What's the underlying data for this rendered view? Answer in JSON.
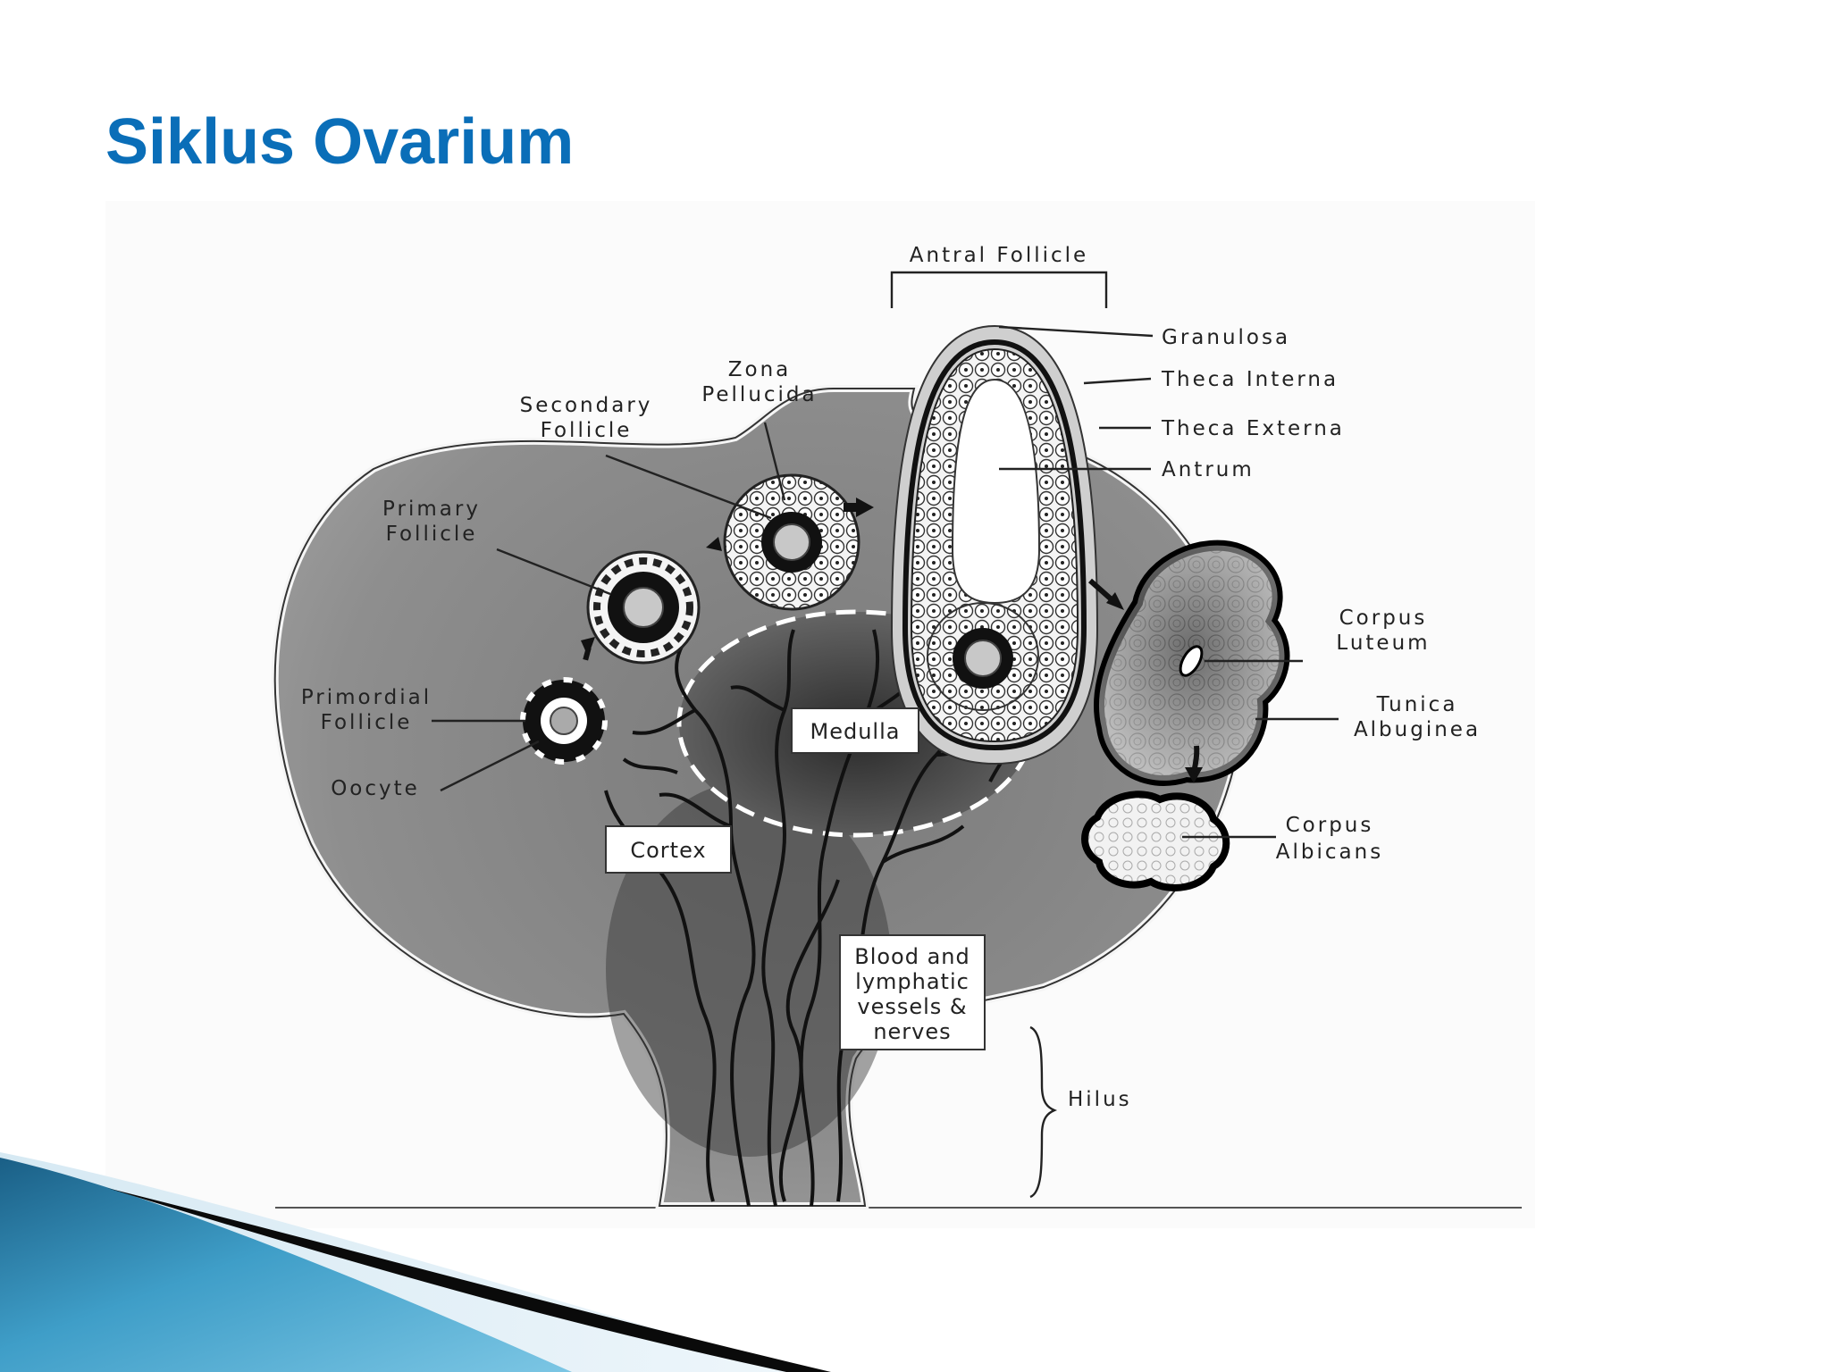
{
  "slide": {
    "title": "Siklus Ovarium"
  },
  "diagram": {
    "labels": {
      "antral_follicle": "Antral Follicle",
      "granulosa": "Granulosa",
      "theca_interna": "Theca Interna",
      "theca_externa": "Theca Externa",
      "antrum": "Antrum",
      "zona_pellucida_1": "Zona",
      "zona_pellucida_2": "Pellucida",
      "secondary_follicle_1": "Secondary",
      "secondary_follicle_2": "Follicle",
      "primary_follicle_1": "Primary",
      "primary_follicle_2": "Follicle",
      "primordial_follicle_1": "Primordial",
      "primordial_follicle_2": "Follicle",
      "oocyte": "Oocyte",
      "medulla": "Medulla",
      "cortex": "Cortex",
      "corpus_luteum_1": "Corpus",
      "corpus_luteum_2": "Luteum",
      "tunica_albuginea_1": "Tunica",
      "tunica_albuginea_2": "Albuginea",
      "corpus_albicans_1": "Corpus",
      "corpus_albicans_2": "Albicans",
      "vessels_1": "Blood and",
      "vessels_2": "lymphatic",
      "vessels_3": "vessels &",
      "vessels_4": "nerves",
      "hilus": "Hilus"
    }
  },
  "colors": {
    "title": "#0a6eb8",
    "ovary_fill": "#8a8a8a",
    "medulla_fill": "#555555"
  }
}
